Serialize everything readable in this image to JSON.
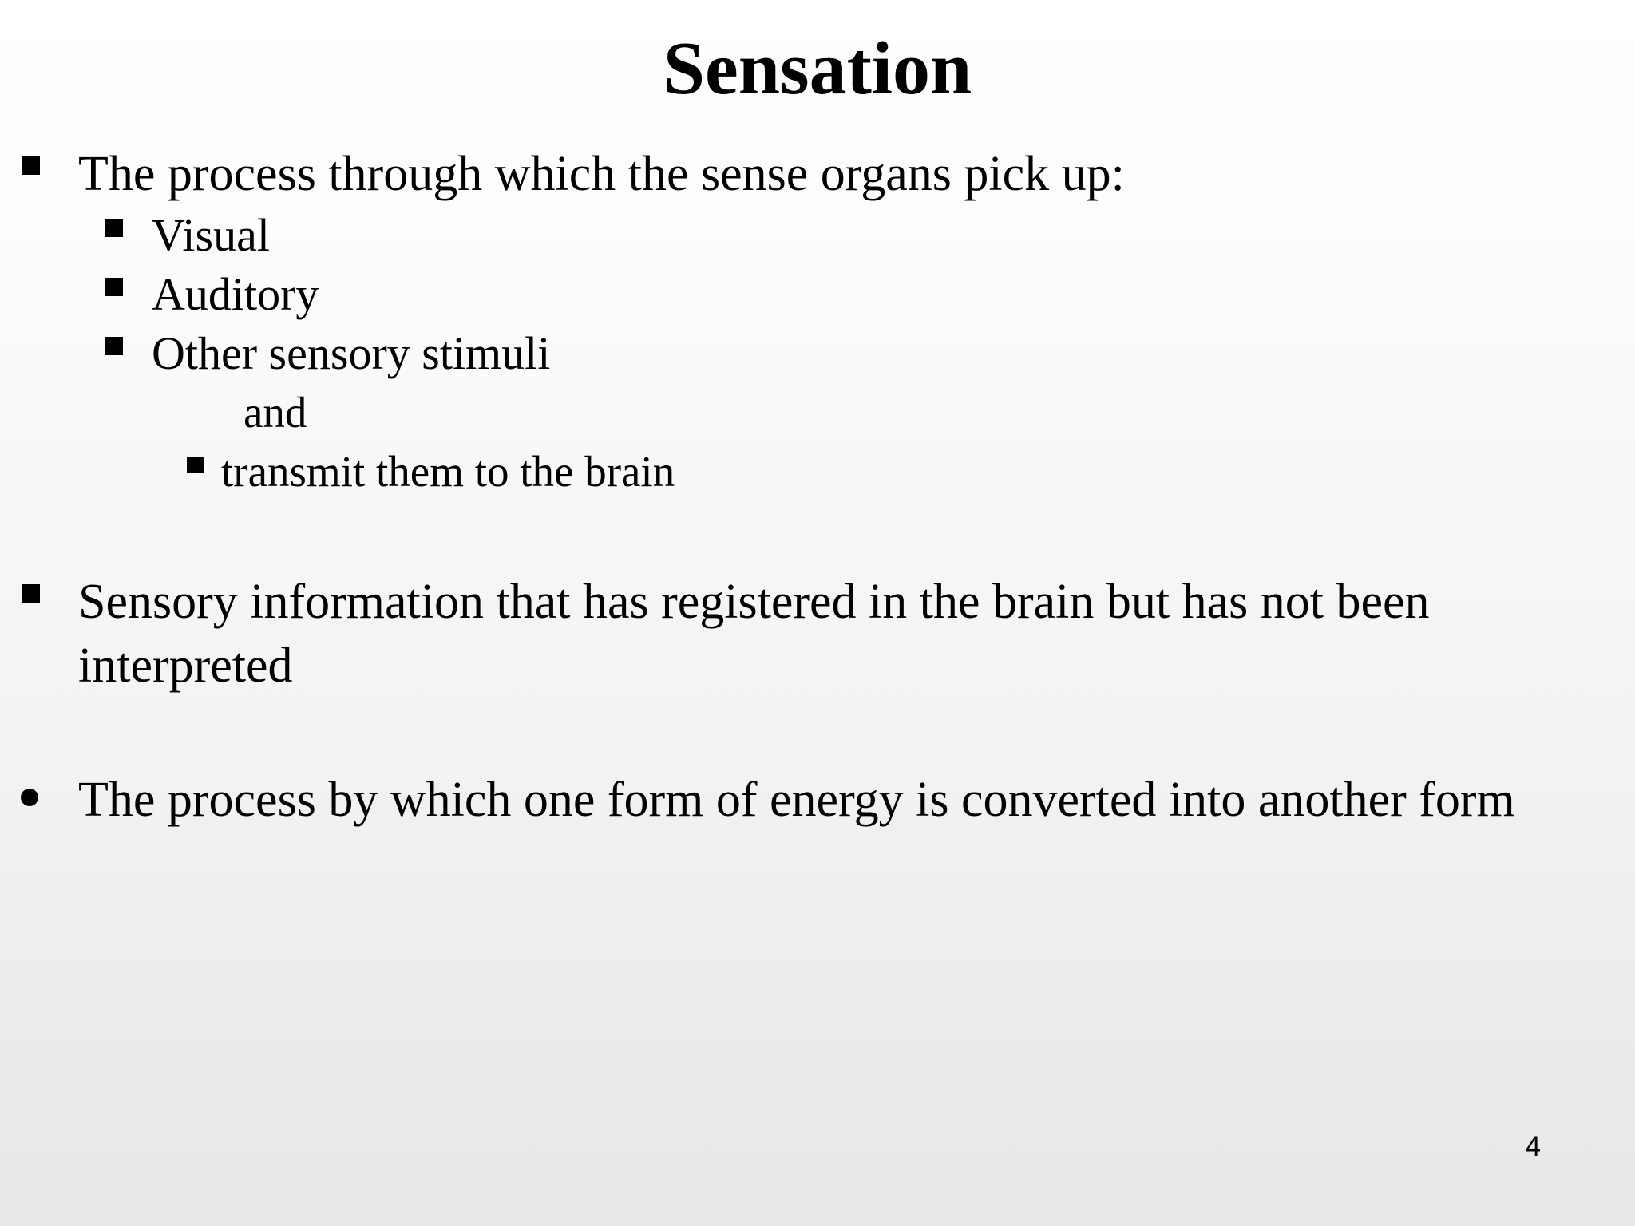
{
  "slide": {
    "title": "Sensation",
    "page_number": "4",
    "background_top_color": "#ffffff",
    "background_bottom_color": "#e8e8e8",
    "text_color": "#000000",
    "bullet_color": "#000000"
  },
  "body": {
    "blocks": [
      {
        "level": 1,
        "marker": "square",
        "text": "The process through which the sense organs pick up:"
      },
      {
        "level": 2,
        "marker": "square",
        "text": "Visual"
      },
      {
        "level": 2,
        "marker": "square",
        "text": "Auditory"
      },
      {
        "level": 2,
        "marker": "square",
        "text": "Other sensory stimuli"
      },
      {
        "level": 3,
        "marker": "none",
        "text": "and"
      },
      {
        "level": 4,
        "marker": "square",
        "text": "transmit them to the brain"
      },
      {
        "level": 1,
        "marker": "square",
        "text": "Sensory information that has registered in the brain but has not been interpreted"
      },
      {
        "level": 1,
        "marker": "dot",
        "text": "The process by which one form of energy is converted into another form"
      }
    ]
  }
}
